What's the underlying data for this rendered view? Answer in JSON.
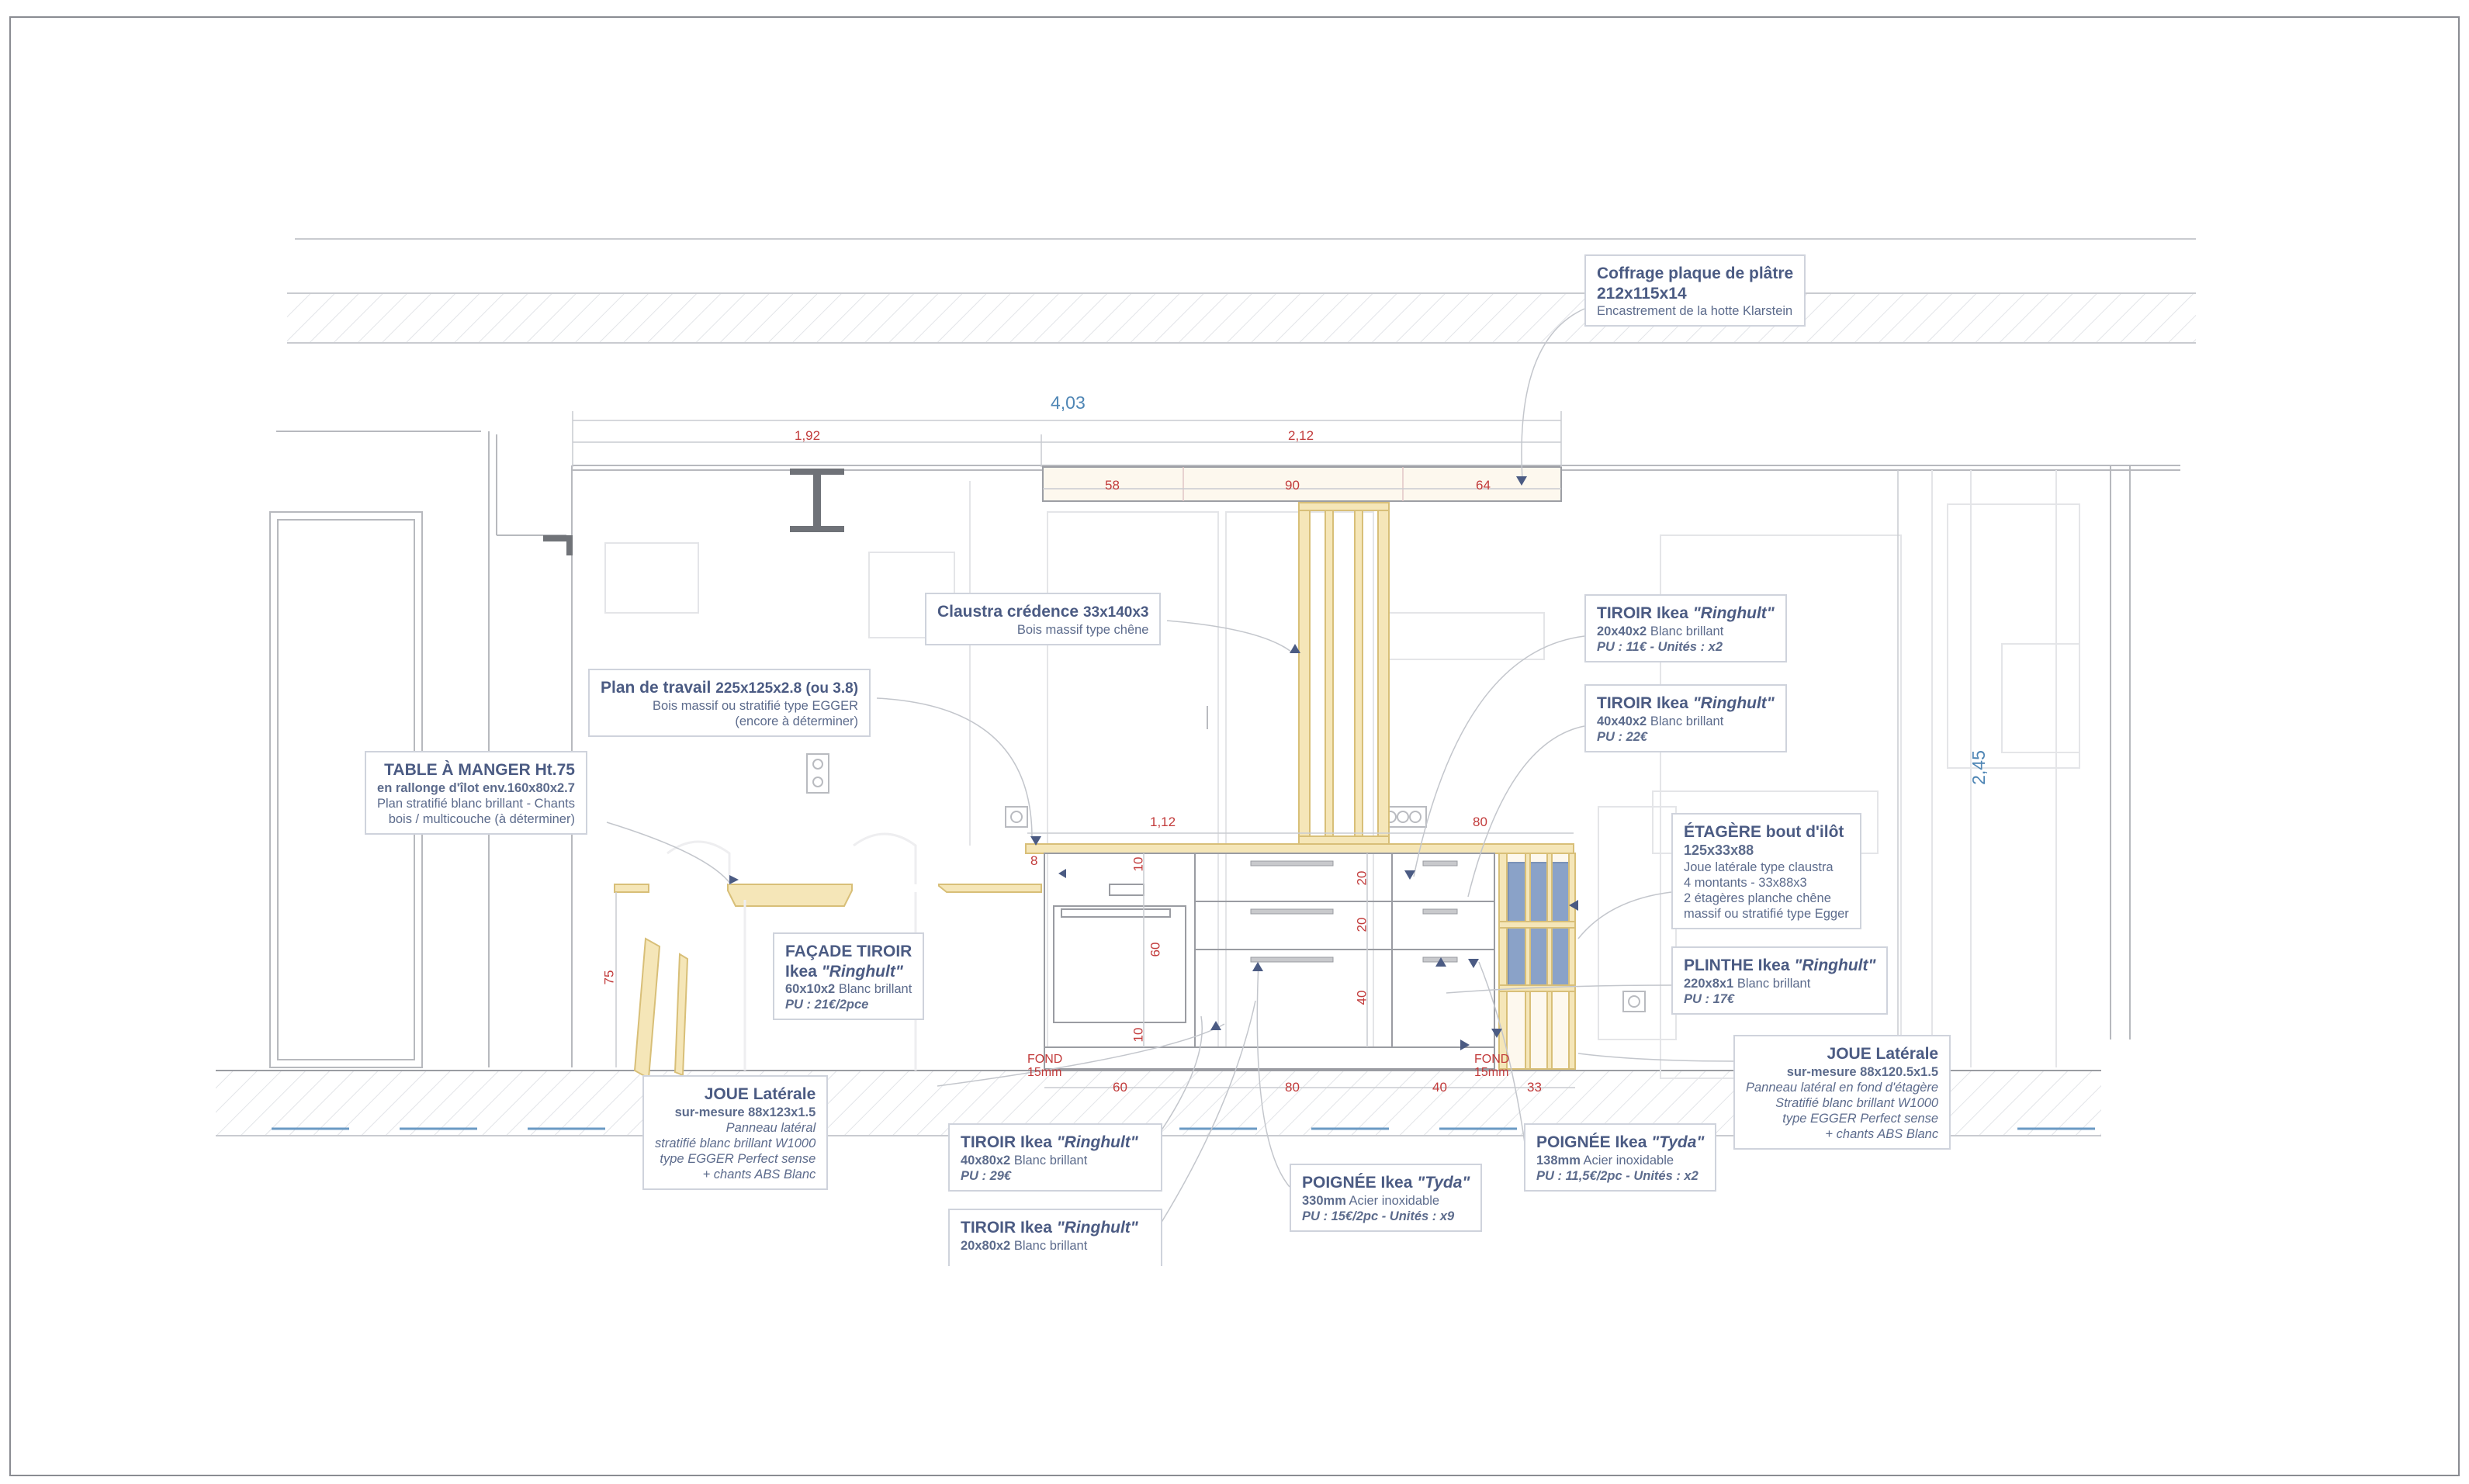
{
  "dimensions": {
    "total_width": "4,03",
    "left_width": "1,92",
    "right_width": "2,12",
    "hood_left": "58",
    "hood_center": "90",
    "hood_right": "64",
    "height": "2,45",
    "island_counter": "1,12",
    "island_right": "80",
    "offset_8": "8",
    "drawer_top": "10",
    "drawer_mid": "60",
    "drawer_bottom": "10",
    "col_20a": "20",
    "col_20b": "20",
    "col_40": "40",
    "table_height": "75",
    "fond_left": "FOND\n15mm",
    "fond_right": "FOND\n15mm",
    "bottom_60": "60",
    "bottom_80": "80",
    "bottom_40": "40",
    "bottom_33": "33"
  },
  "labels": {
    "coffrage": {
      "title": "Coffrage plaque de plâtre",
      "dims": "212x115x14",
      "desc": "Encastrement de la hotte Klarstein"
    },
    "claustra": {
      "title": "Claustra crédence",
      "dims": "33x140x3",
      "desc": "Bois massif type chêne"
    },
    "plan_travail": {
      "title": "Plan de travail",
      "dims": "225x125x2.8 (ou 3.8)",
      "desc1": "Bois massif ou stratifié type EGGER",
      "desc2": "(encore à déterminer)"
    },
    "table": {
      "title": "TABLE À MANGER Ht.75",
      "sub": "en rallonge d'îlot env.160x80x2.7",
      "desc1": "Plan stratifié blanc brillant - Chants",
      "desc2": "bois / multicouche (à déterminer)"
    },
    "tiroir_20x40": {
      "brand": "TIROIR Ikea ",
      "model": "\"Ringhult\"",
      "dims": "20x40x2",
      "finish": " Blanc brillant",
      "price": "PU : 11€ - Unités : x2"
    },
    "tiroir_40x40": {
      "brand": "TIROIR Ikea ",
      "model": "\"Ringhult\"",
      "dims": "40x40x2",
      "finish": " Blanc brillant",
      "price": "PU : 22€"
    },
    "etagere": {
      "title": "ÉTAGÈRE bout d'ilôt",
      "dims": "125x33x88",
      "desc1": "Joue latérale type claustra",
      "desc2": "4 montants - 33x88x3",
      "desc3": "2 étagères planche chêne",
      "desc4": "massif ou stratifié type Egger"
    },
    "plinthe": {
      "brand": "PLINTHE Ikea ",
      "model": "\"Ringhult\"",
      "dims": "220x8x1",
      "finish": " Blanc brillant",
      "price": "PU : 17€"
    },
    "facade": {
      "title": "FAÇADE TIROIR",
      "brand": "Ikea ",
      "model": "\"Ringhult\"",
      "dims": "60x10x2",
      "finish": " Blanc brillant",
      "price": "PU : 21€/2pce"
    },
    "joue_left": {
      "title": "JOUE Latérale",
      "sub": "sur-mesure 88x123x1.5",
      "desc1": "Panneau latéral",
      "desc2": "stratifié blanc brillant W1000",
      "desc3": "type EGGER Perfect sense",
      "desc4": "+ chants ABS Blanc"
    },
    "joue_right": {
      "title": "JOUE Latérale",
      "sub": "sur-mesure 88x120.5x1.5",
      "desc1": "Panneau latéral en fond d'étagère",
      "desc2": "Stratifié blanc brillant W1000",
      "desc3": "type EGGER Perfect sense",
      "desc4": "+ chants ABS Blanc"
    },
    "tiroir_40x80": {
      "brand": "TIROIR Ikea ",
      "model": "\"Ringhult\"",
      "dims": "40x80x2",
      "finish": " Blanc brillant",
      "price": "PU : 29€"
    },
    "tiroir_20x80": {
      "brand": "TIROIR Ikea ",
      "model": "\"Ringhult\"",
      "dims": "20x80x2",
      "finish": " Blanc brillant"
    },
    "poignee_330": {
      "brand": "POIGNÉE Ikea ",
      "model": "\"Tyda\"",
      "dims": "330mm",
      "finish": " Acier inoxidable",
      "price": "PU : 15€/2pc - Unités : x9"
    },
    "poignee_138": {
      "brand": "POIGNÉE Ikea ",
      "model": "\"Tyda\"",
      "dims": "138mm",
      "finish": " Acier inoxidable",
      "price": "PU : 11,5€/2pc - Unités : x2"
    }
  },
  "colors": {
    "label_text": "#4b5b83",
    "dimension_red": "#c23b3b",
    "dimension_blue": "#4f86b5",
    "wood": "#f5e6b8",
    "wood_stroke": "#d8bf78",
    "shelf_blue": "#8aa2c8",
    "line_gray": "#c9cbd0"
  }
}
